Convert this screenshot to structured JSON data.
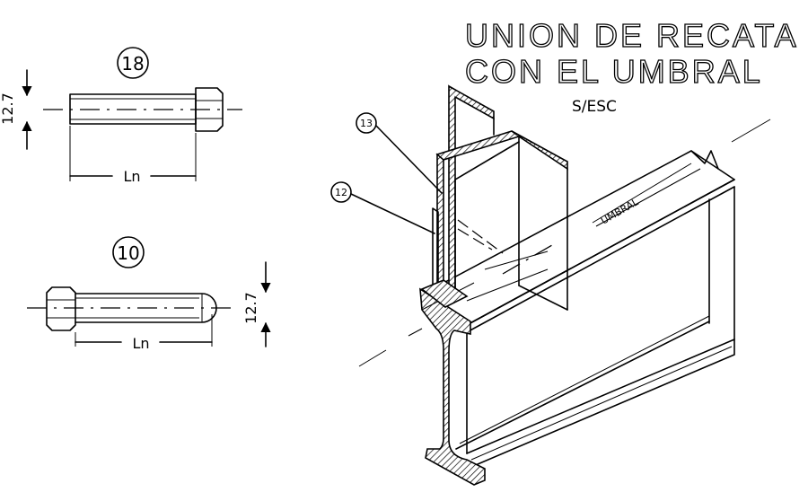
{
  "title": {
    "line1": "UNION DE RECATA",
    "line2": "CON EL UMBRAL",
    "scale": "S/ESC"
  },
  "bolt_18": {
    "mark": "18",
    "length_label": "Ln",
    "diameter_label": "12.7"
  },
  "bolt_10": {
    "mark": "10",
    "length_label": "Ln",
    "diameter_label": "12.7"
  },
  "callouts": {
    "part_13": "13",
    "part_12": "12"
  },
  "beam_label": "UMBRAL"
}
